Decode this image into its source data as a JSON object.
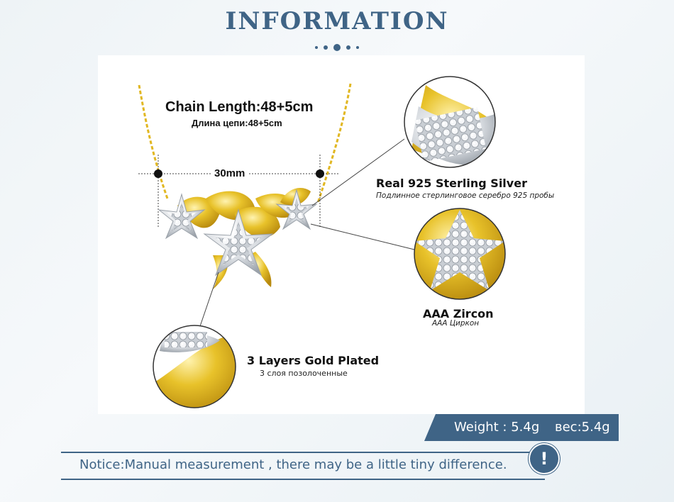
{
  "header": {
    "title": "INFORMATION"
  },
  "chain": {
    "length_en": "Chain Length:48+5cm",
    "length_ru": "Длина цепи:48+5cm",
    "width_label": "30mm"
  },
  "features": [
    {
      "title": "Real 925  Sterling  Silver",
      "subtitle": "Подлинное стерлинговое серебро 925 пробы"
    },
    {
      "title": "AAA  Zircon",
      "subtitle": "AAA Циркон"
    },
    {
      "title": "3 Layers  Gold  Plated",
      "subtitle": "3 слоя позолоченные"
    }
  ],
  "weight": {
    "en": "Weight : 5.4g",
    "ru": "вес:5.4g"
  },
  "notice": {
    "text": "Notice:Manual measurement , there may be a little tiny difference.",
    "icon_label": "!"
  },
  "colors": {
    "accent": "#3f6486",
    "gold": "#e2b81f",
    "silver": "#d9dde2"
  }
}
